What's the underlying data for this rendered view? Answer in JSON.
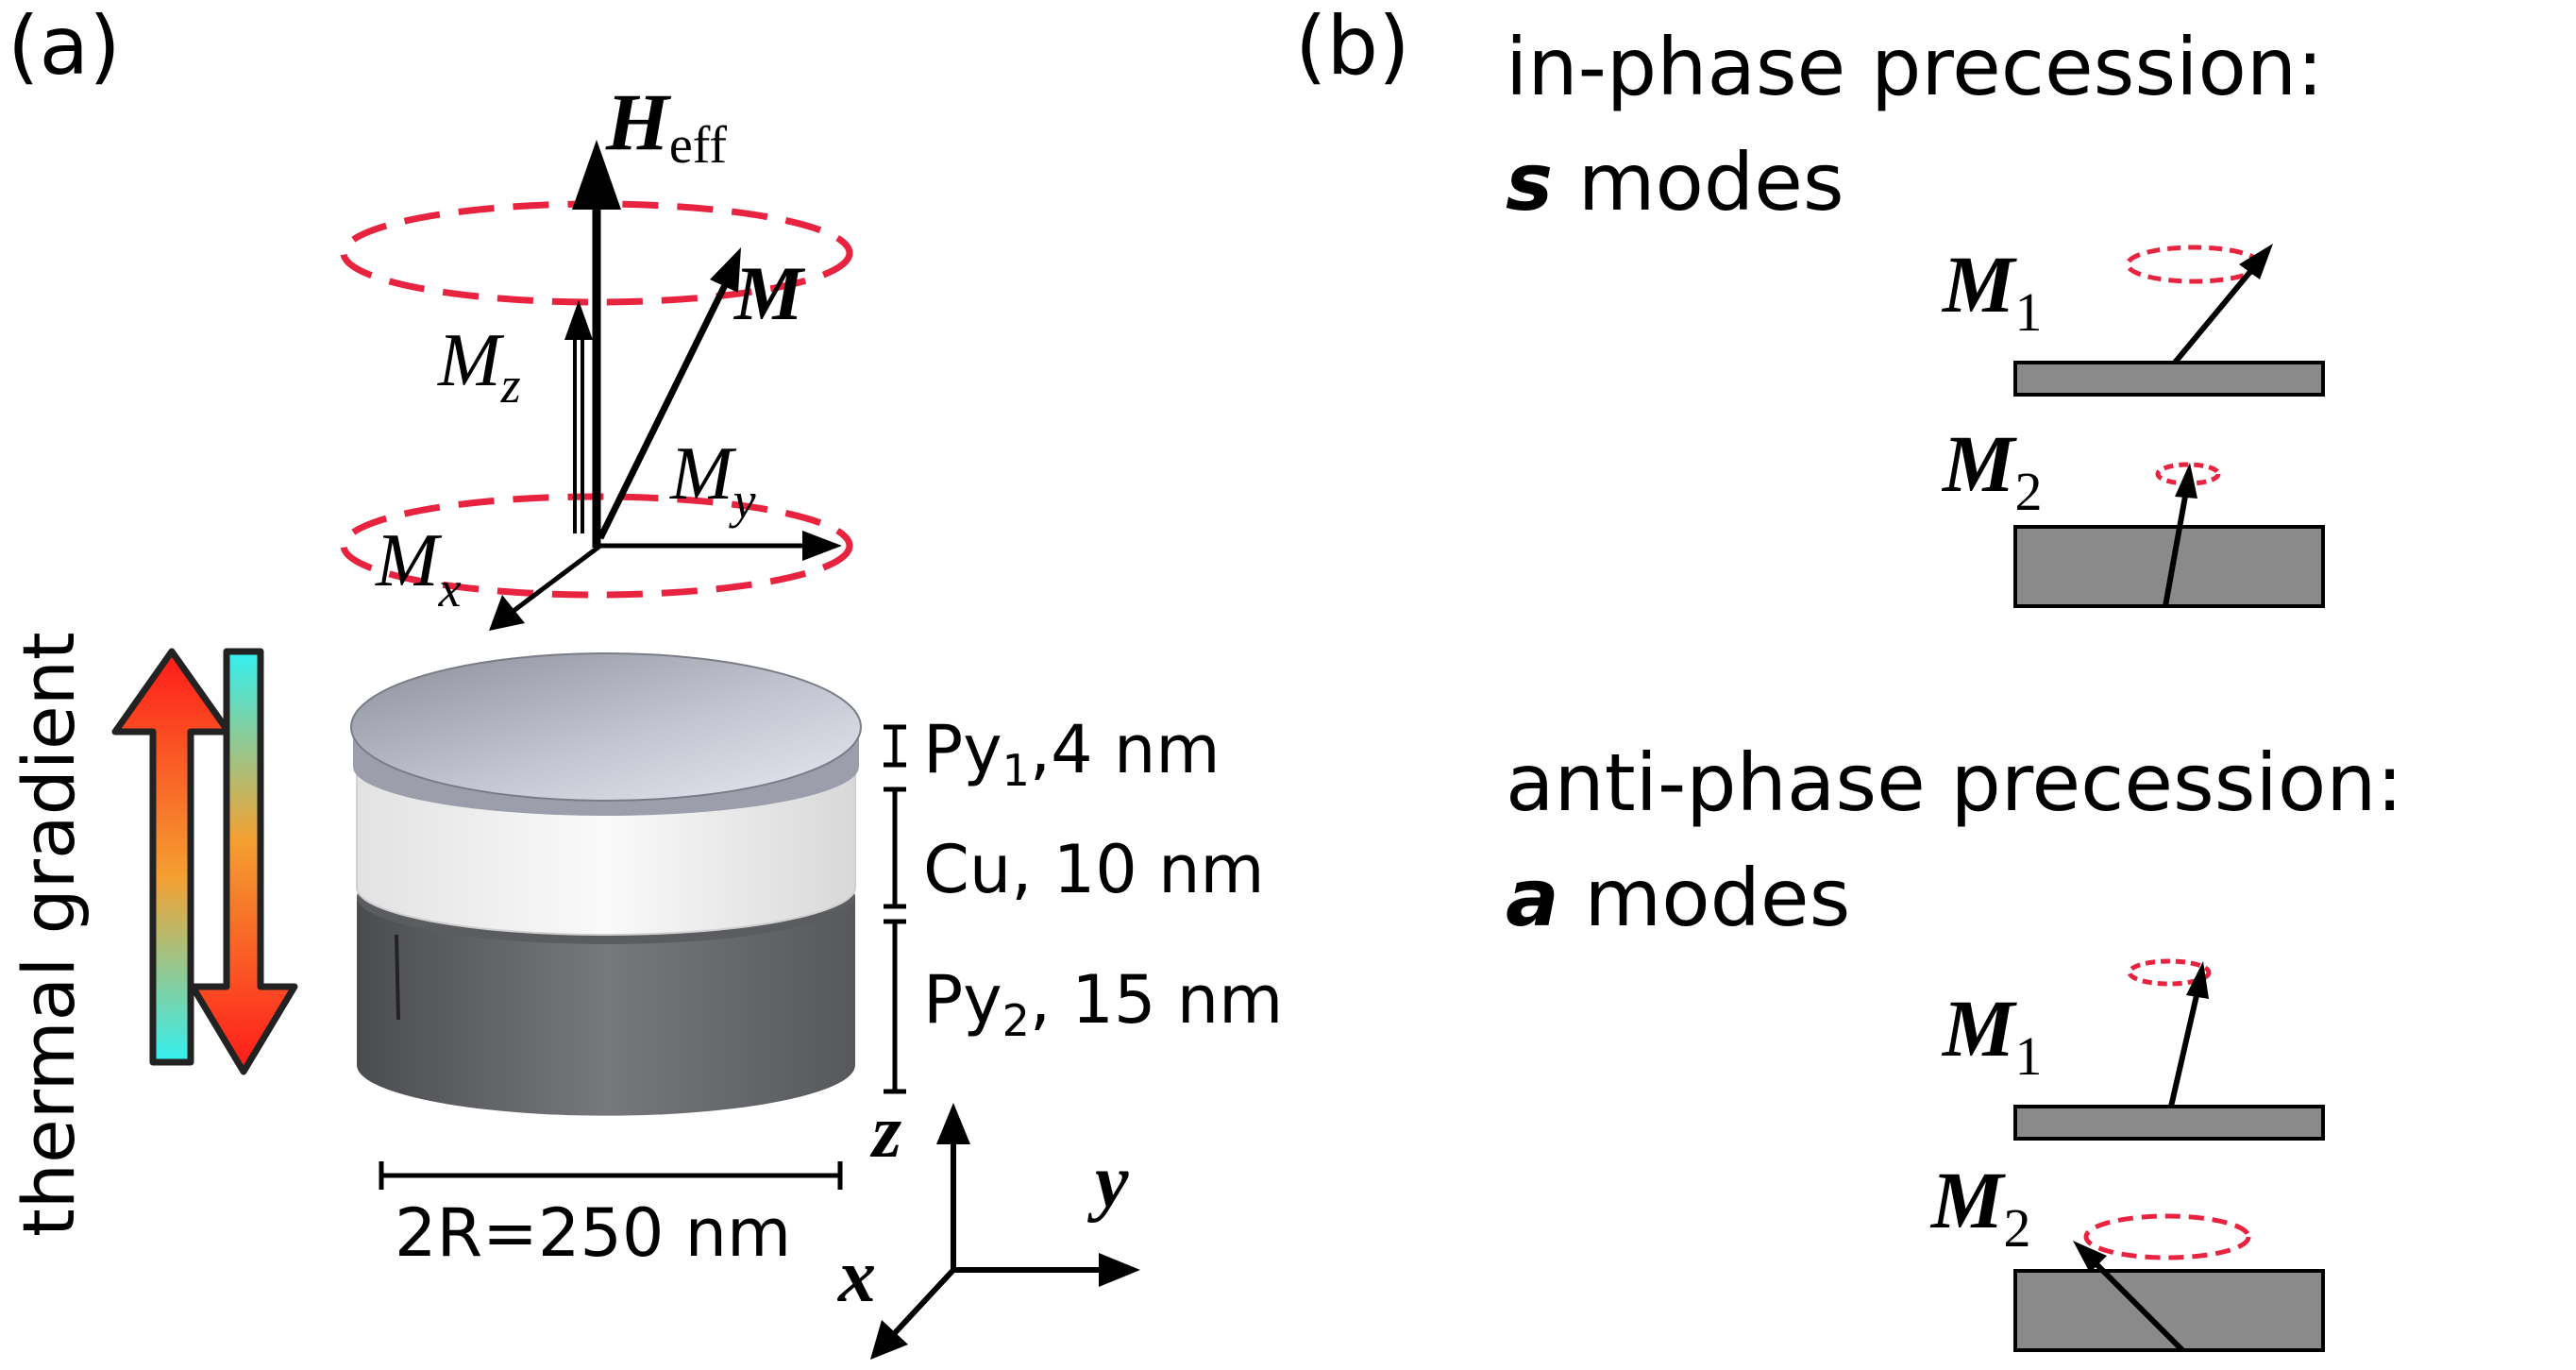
{
  "panel_a": {
    "label": "(a)",
    "vectors": {
      "heff_main": "H",
      "heff_sub": "eff",
      "m": "M",
      "mz_main": "M",
      "mz_sub": "z",
      "my_main": "M",
      "my_sub": "y",
      "mx_main": "M",
      "mx_sub": "x"
    },
    "gradient_label": "thermal gradient",
    "layers": [
      {
        "name": "Py",
        "sub": "1",
        "suffix": ",4 nm"
      },
      {
        "name": "Cu, 10 nm",
        "sub": "",
        "suffix": ""
      },
      {
        "name": "Py",
        "sub": "2",
        "suffix": ", 15 nm"
      }
    ],
    "diameter_label": "2R=250 nm",
    "axes": {
      "z": "z",
      "y": "y",
      "x": "x"
    },
    "colors": {
      "precession_ellipse": "#e8233f",
      "gradient_hot": "#ff1a1a",
      "gradient_mid": "#f4a030",
      "gradient_cold": "#33f0f0",
      "disc_top": "#b0b2c0",
      "disc_cu": "#ededed",
      "disc_py2": "#5c5e62"
    }
  },
  "panel_b": {
    "label": "(b)",
    "in_phase": {
      "title": "in-phase precession:",
      "mode_letter": "s",
      "mode_word": " modes",
      "m1_main": "M",
      "m1_sub": "1",
      "m2_main": "M",
      "m2_sub": "2"
    },
    "anti_phase": {
      "title": "anti-phase precession:",
      "mode_letter": "a",
      "mode_word": " modes",
      "m1_main": "M",
      "m1_sub": "1",
      "m2_main": "M",
      "m2_sub": "2"
    },
    "colors": {
      "layer_fill": "#8a8a8a",
      "ellipse": "#e8233f"
    }
  }
}
